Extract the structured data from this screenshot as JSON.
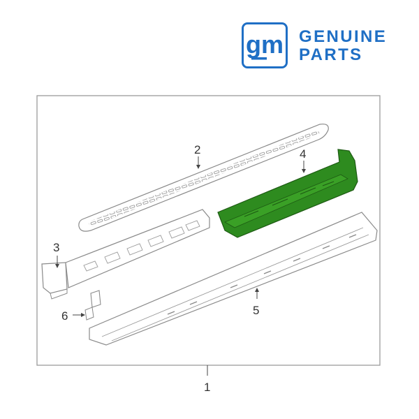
{
  "brand": {
    "logo_text": "gm",
    "line1": "GENUINE",
    "line2": "PARTS",
    "color": "#1f6fc5"
  },
  "diagram": {
    "highlight_color": "#2e8b1f",
    "callouts": {
      "c1": "1",
      "c2": "2",
      "c3": "3",
      "c4": "4",
      "c5": "5",
      "c6": "6"
    }
  }
}
